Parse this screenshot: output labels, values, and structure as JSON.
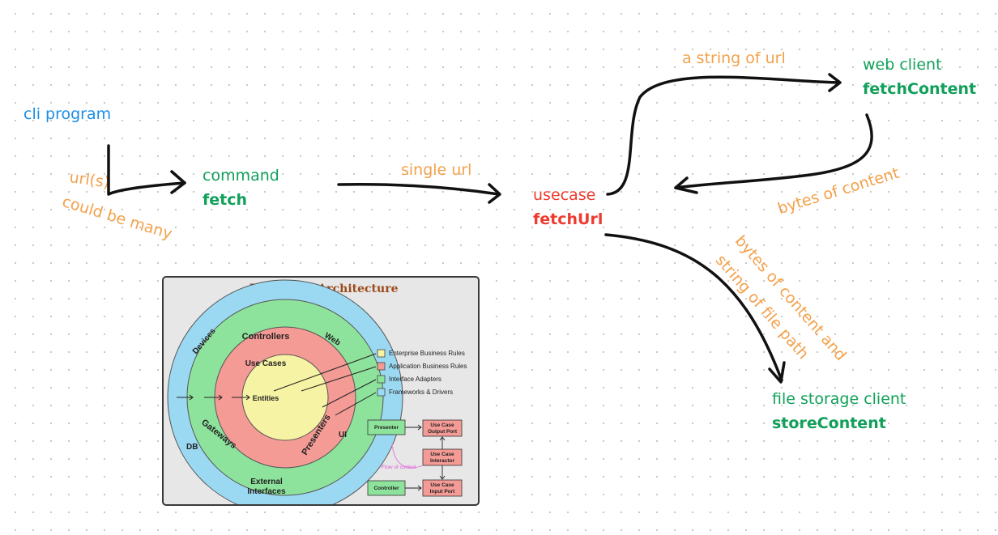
{
  "nodes": {
    "cli": {
      "label": "cli program"
    },
    "command": {
      "label": "command",
      "name": "fetch"
    },
    "usecase": {
      "label": "usecase",
      "name": "fetchUrl"
    },
    "web": {
      "label": "web client",
      "name": "fetchContent"
    },
    "storage": {
      "label": "file storage client",
      "name": "storeContent"
    }
  },
  "edges": {
    "urls": "url(s)",
    "many": "could be many",
    "single": "single url",
    "string": "a string of url",
    "bytes": "bytes of content",
    "store_1": "bytes of content and",
    "store_2": "string of file path"
  },
  "clean": {
    "title": "The Clean Architecture",
    "rings": {
      "devices": "Devices",
      "web": "Web",
      "ui": "UI",
      "db": "DB",
      "controllers": "Controllers",
      "gateways": "Gateways",
      "presenters": "Presenters",
      "external_1": "External",
      "external_2": "Interfaces",
      "usecases": "Use Cases",
      "entities": "Entities"
    },
    "legend": [
      {
        "label": "Enterprise Business Rules",
        "color": "#f7f3a4"
      },
      {
        "label": "Application Business Rules",
        "color": "#f59b96"
      },
      {
        "label": "Interface Adapters",
        "color": "#8ee39c"
      },
      {
        "label": "Frameworks & Drivers",
        "color": "#9bd9f2"
      }
    ],
    "flow": {
      "presenter": "Presenter",
      "out_1": "Use Case",
      "out_2": "Output Port",
      "int_1": "Use Case",
      "int_2": "Interactor",
      "controller": "Controller",
      "in_1": "Use Case",
      "in_2": "Input Port",
      "flow_label": "Flow of control"
    }
  }
}
